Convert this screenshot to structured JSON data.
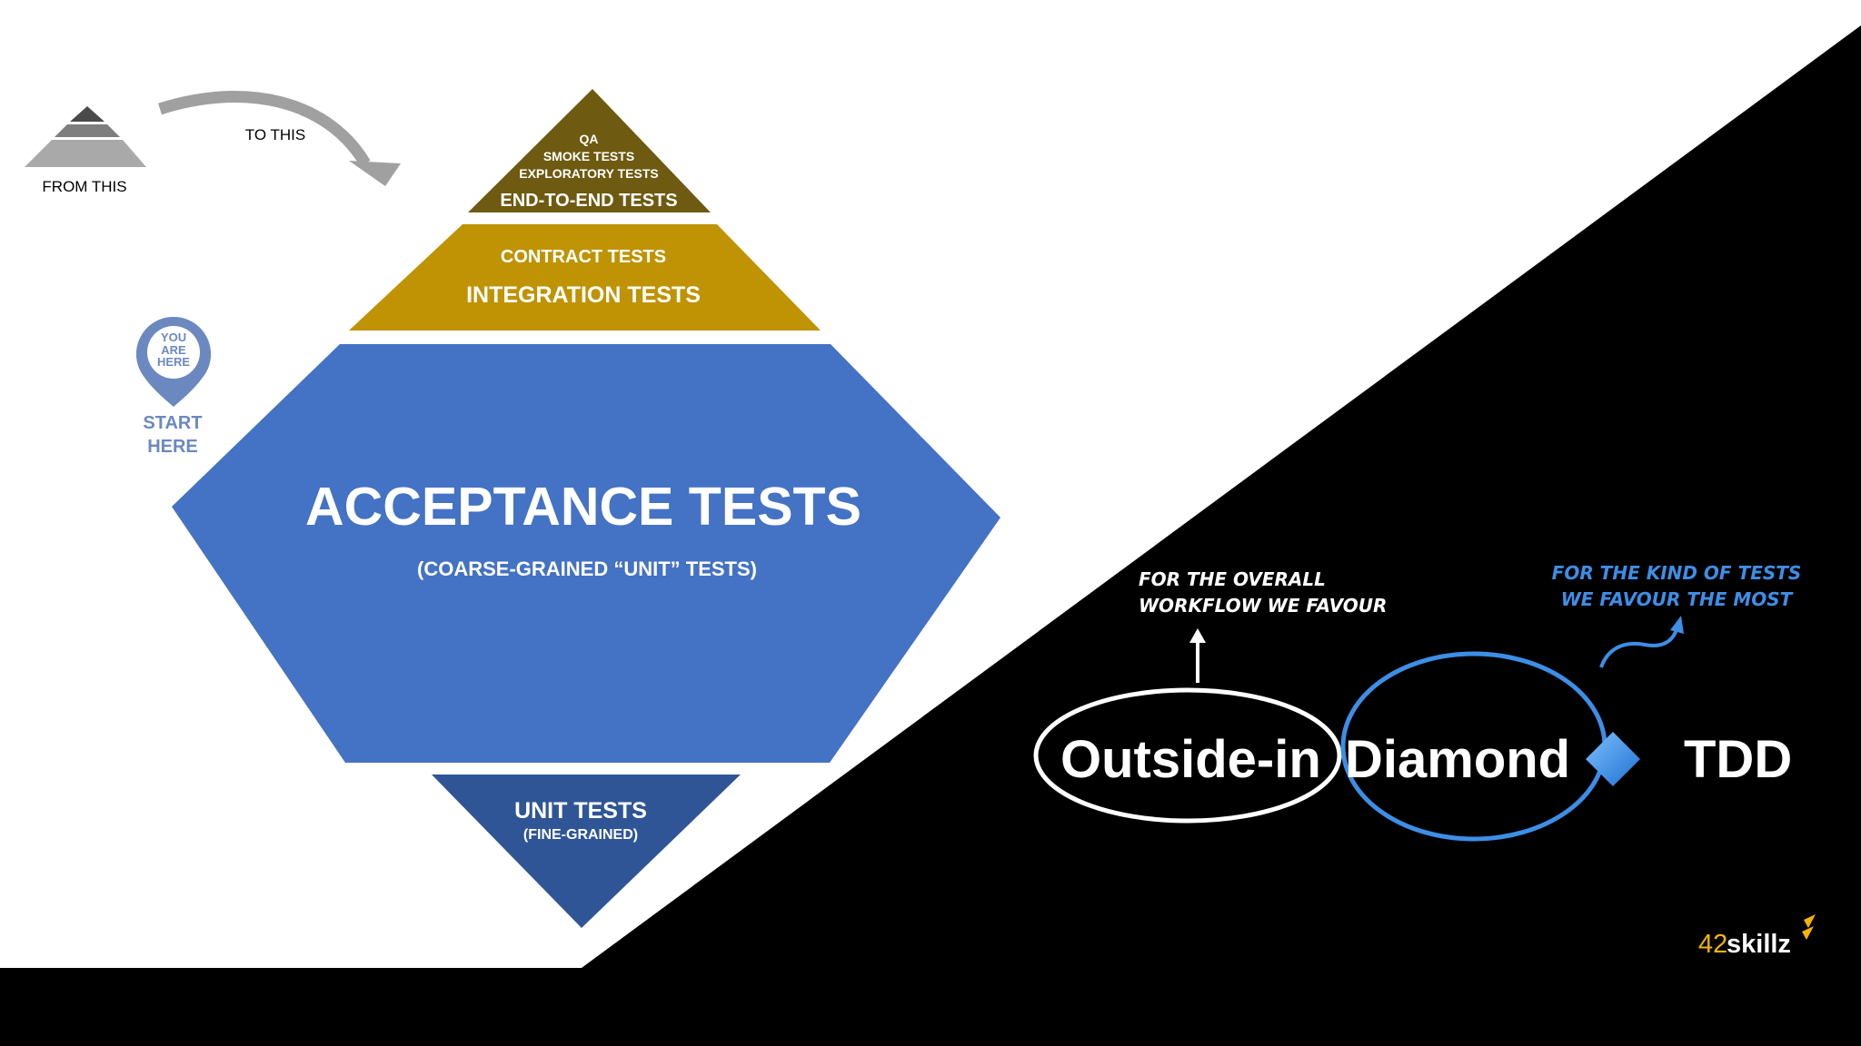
{
  "legend": {
    "from_label": "FROM THIS",
    "to_label": "TO THIS"
  },
  "marker": {
    "pin_line1": "YOU",
    "pin_line2": "ARE",
    "pin_line3": "HERE",
    "start_line1": "START",
    "start_line2": "HERE"
  },
  "diamond": {
    "top": {
      "line1": "QA",
      "line2": "SMOKE TESTS",
      "line3": "EXPLORATORY TESTS",
      "title": "END-TO-END  TESTS"
    },
    "upper": {
      "line1": "CONTRACT TESTS",
      "title": "INTEGRATION  TESTS"
    },
    "middle": {
      "title": "ACCEPTANCE  TESTS",
      "subtitle": "(COARSE-GRAINED “UNIT” TESTS)"
    },
    "bottom": {
      "title": "UNIT TESTS",
      "subtitle": "(FINE-GRAINED)"
    }
  },
  "right": {
    "note_left_line1": "FOR THE OVERALL",
    "note_left_line2": "WORKFLOW WE FAVOUR",
    "note_right_line1": "FOR THE KIND OF TESTS",
    "note_right_line2": "WE FAVOUR THE MOST",
    "word1": "Outside-in",
    "word2": "Diamond",
    "word3": "TDD"
  },
  "brand": {
    "num": "42",
    "name": "skillz"
  },
  "colors": {
    "end_to_end": "#6e5a10",
    "integration": "#bf9304",
    "acceptance": "#4472c4",
    "unit": "#2f5597",
    "pin": "#6b89c0",
    "blue_note": "#3d8ee6",
    "brand_accent": "#f4b400"
  }
}
